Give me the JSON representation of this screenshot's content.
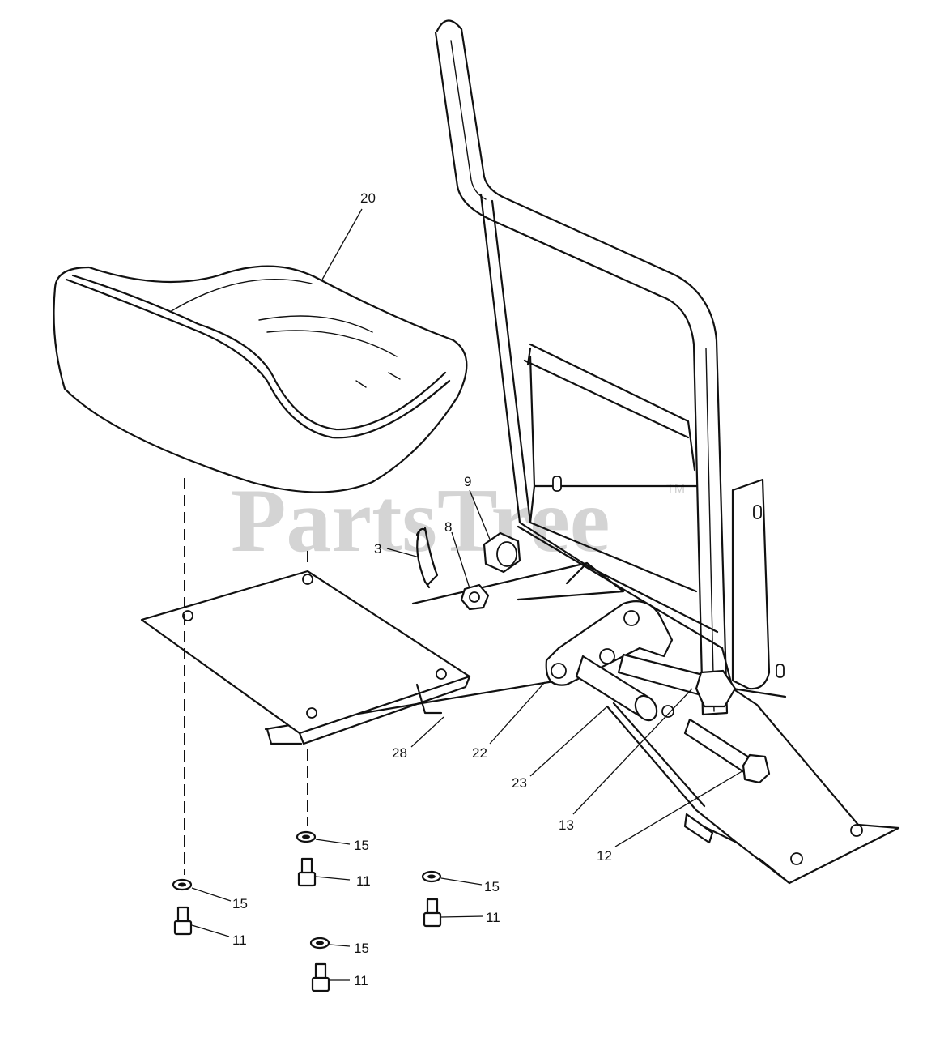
{
  "watermark": {
    "text": "PartsTree",
    "trademark": "TM"
  },
  "callouts": {
    "seat": "20",
    "nut_large": "9",
    "nut_small": "8",
    "hairpin_clip": "3",
    "seat_plate": "28",
    "pivot_plate": "22",
    "pin": "23",
    "bolt_upper": "13",
    "bolt_lower": "12",
    "washer_a": "15",
    "screw_a": "11",
    "washer_b": "15",
    "screw_b": "11",
    "washer_c": "15",
    "screw_c": "11",
    "washer_d": "15",
    "screw_d": "11"
  },
  "colors": {
    "line": "#111111",
    "watermark": "#d4d4d4",
    "background": "#ffffff"
  }
}
